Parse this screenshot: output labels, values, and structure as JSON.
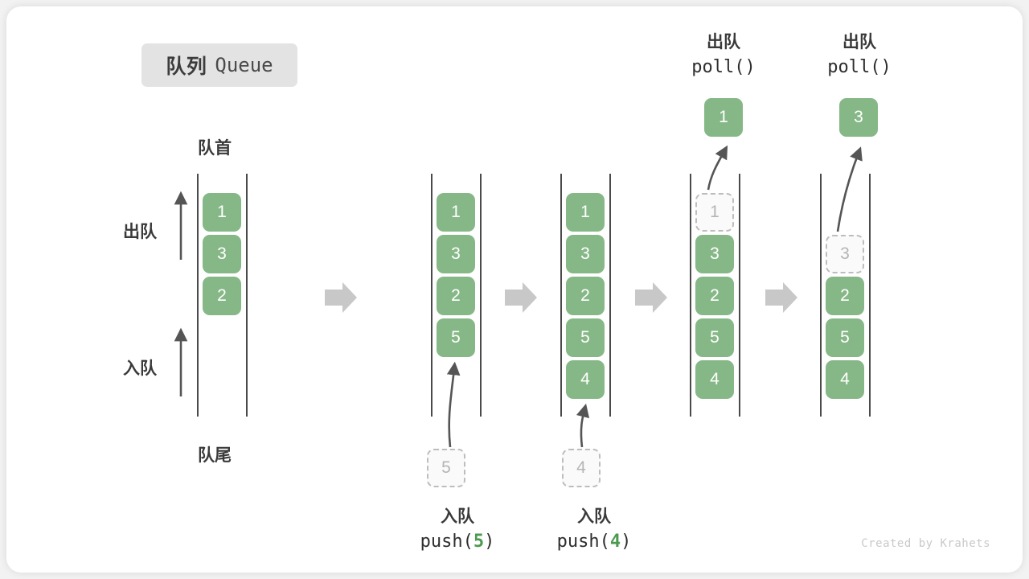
{
  "title": {
    "cn": "队列",
    "en": "Queue"
  },
  "labels": {
    "head": "队首",
    "tail": "队尾",
    "dequeue": "出队",
    "enqueue": "入队"
  },
  "watermark": "Created by Krahets",
  "colors": {
    "box_green": "#86b887",
    "ghost_border": "#bdbdbd",
    "ghost_text": "#b5b5b5",
    "rail": "#4a4a4a",
    "arrow_gray": "#c8c8c8",
    "text_dark": "#3a3a3a",
    "badge_bg": "#e3e3e3",
    "accent_green": "#4c9a51"
  },
  "steps": [
    {
      "id": "initial",
      "slots": [
        {
          "value": "1",
          "state": "filled"
        },
        {
          "value": "3",
          "state": "filled"
        },
        {
          "value": "2",
          "state": "filled"
        }
      ],
      "incoming": null,
      "popped": null,
      "caption": null
    },
    {
      "id": "push-5",
      "slots": [
        {
          "value": "1",
          "state": "filled"
        },
        {
          "value": "3",
          "state": "filled"
        },
        {
          "value": "2",
          "state": "filled"
        },
        {
          "value": "5",
          "state": "filled"
        }
      ],
      "incoming": {
        "value": "5",
        "state": "ghost"
      },
      "popped": null,
      "caption": {
        "cn": "入队",
        "fn": "push(",
        "arg": "5",
        "fn_end": ")"
      }
    },
    {
      "id": "push-4",
      "slots": [
        {
          "value": "1",
          "state": "filled"
        },
        {
          "value": "3",
          "state": "filled"
        },
        {
          "value": "2",
          "state": "filled"
        },
        {
          "value": "5",
          "state": "filled"
        },
        {
          "value": "4",
          "state": "filled"
        }
      ],
      "incoming": {
        "value": "4",
        "state": "ghost"
      },
      "popped": null,
      "caption": {
        "cn": "入队",
        "fn": "push(",
        "arg": "4",
        "fn_end": ")"
      }
    },
    {
      "id": "poll-1",
      "slots": [
        {
          "value": "1",
          "state": "ghost"
        },
        {
          "value": "3",
          "state": "filled"
        },
        {
          "value": "2",
          "state": "filled"
        },
        {
          "value": "5",
          "state": "filled"
        },
        {
          "value": "4",
          "state": "filled"
        }
      ],
      "incoming": null,
      "popped": {
        "value": "1",
        "state": "popped"
      },
      "caption": {
        "cn": "出队",
        "fn": "poll(",
        "arg": "",
        "fn_end": ")"
      }
    },
    {
      "id": "poll-3",
      "slots": [
        {
          "value": "",
          "state": "empty"
        },
        {
          "value": "3",
          "state": "ghost"
        },
        {
          "value": "2",
          "state": "filled"
        },
        {
          "value": "5",
          "state": "filled"
        },
        {
          "value": "4",
          "state": "filled"
        }
      ],
      "incoming": null,
      "popped": {
        "value": "3",
        "state": "popped"
      },
      "caption": {
        "cn": "出队",
        "fn": "poll(",
        "arg": "",
        "fn_end": ")"
      }
    }
  ],
  "separators": [
    {
      "id": "sep-1"
    },
    {
      "id": "sep-2"
    },
    {
      "id": "sep-3"
    },
    {
      "id": "sep-4"
    }
  ]
}
